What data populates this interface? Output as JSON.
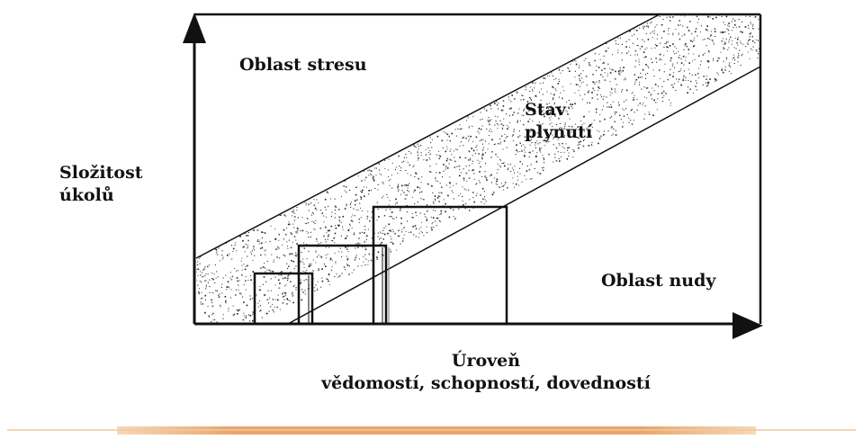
{
  "labels": {
    "y_axis": [
      "Složitost",
      "úkolů"
    ],
    "stress_area": "Oblast stresu",
    "flow_state": [
      "Stav",
      "plynutí"
    ],
    "boredom_area": "Oblast nudy",
    "x_axis": [
      "Úroveň",
      "vědomostí, schopností, dovedností"
    ]
  },
  "colors": {
    "ink": "#111111",
    "divider_center": "#e9a56a",
    "divider_edge": "#f6d9b8"
  }
}
